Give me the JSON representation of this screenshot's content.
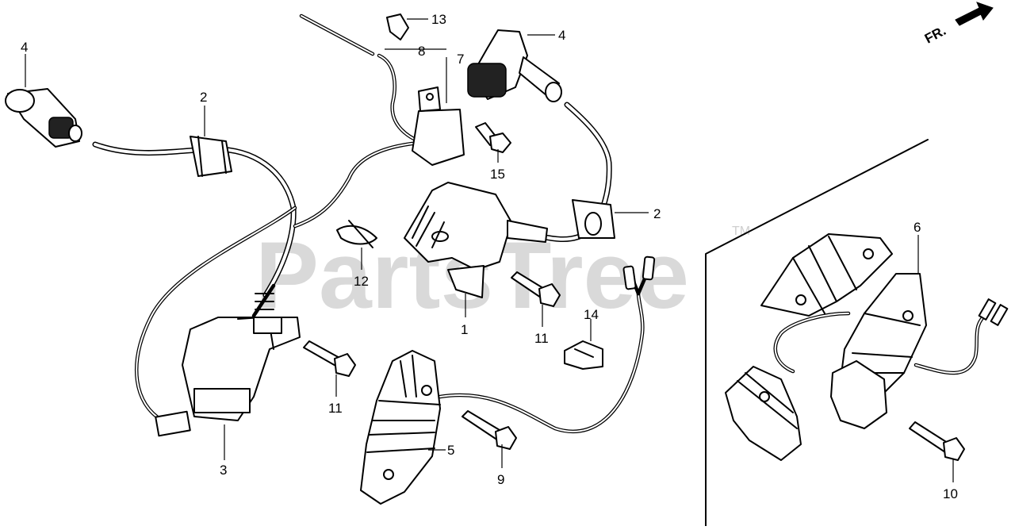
{
  "diagram": {
    "watermark": "PartsTree",
    "trademark": "TM",
    "orientation_label": "FR.",
    "callouts": [
      {
        "id": "c1",
        "label": "1"
      },
      {
        "id": "c2a",
        "label": "2"
      },
      {
        "id": "c2b",
        "label": "2"
      },
      {
        "id": "c3",
        "label": "3"
      },
      {
        "id": "c4a",
        "label": "4"
      },
      {
        "id": "c4b",
        "label": "4"
      },
      {
        "id": "c5",
        "label": "5"
      },
      {
        "id": "c6",
        "label": "6"
      },
      {
        "id": "c7",
        "label": "7"
      },
      {
        "id": "c8",
        "label": "8"
      },
      {
        "id": "c9",
        "label": "9"
      },
      {
        "id": "c10",
        "label": "10"
      },
      {
        "id": "c11a",
        "label": "11"
      },
      {
        "id": "c11b",
        "label": "11"
      },
      {
        "id": "c12",
        "label": "12"
      },
      {
        "id": "c13",
        "label": "13"
      },
      {
        "id": "c14",
        "label": "14"
      },
      {
        "id": "c15",
        "label": "15"
      }
    ]
  }
}
